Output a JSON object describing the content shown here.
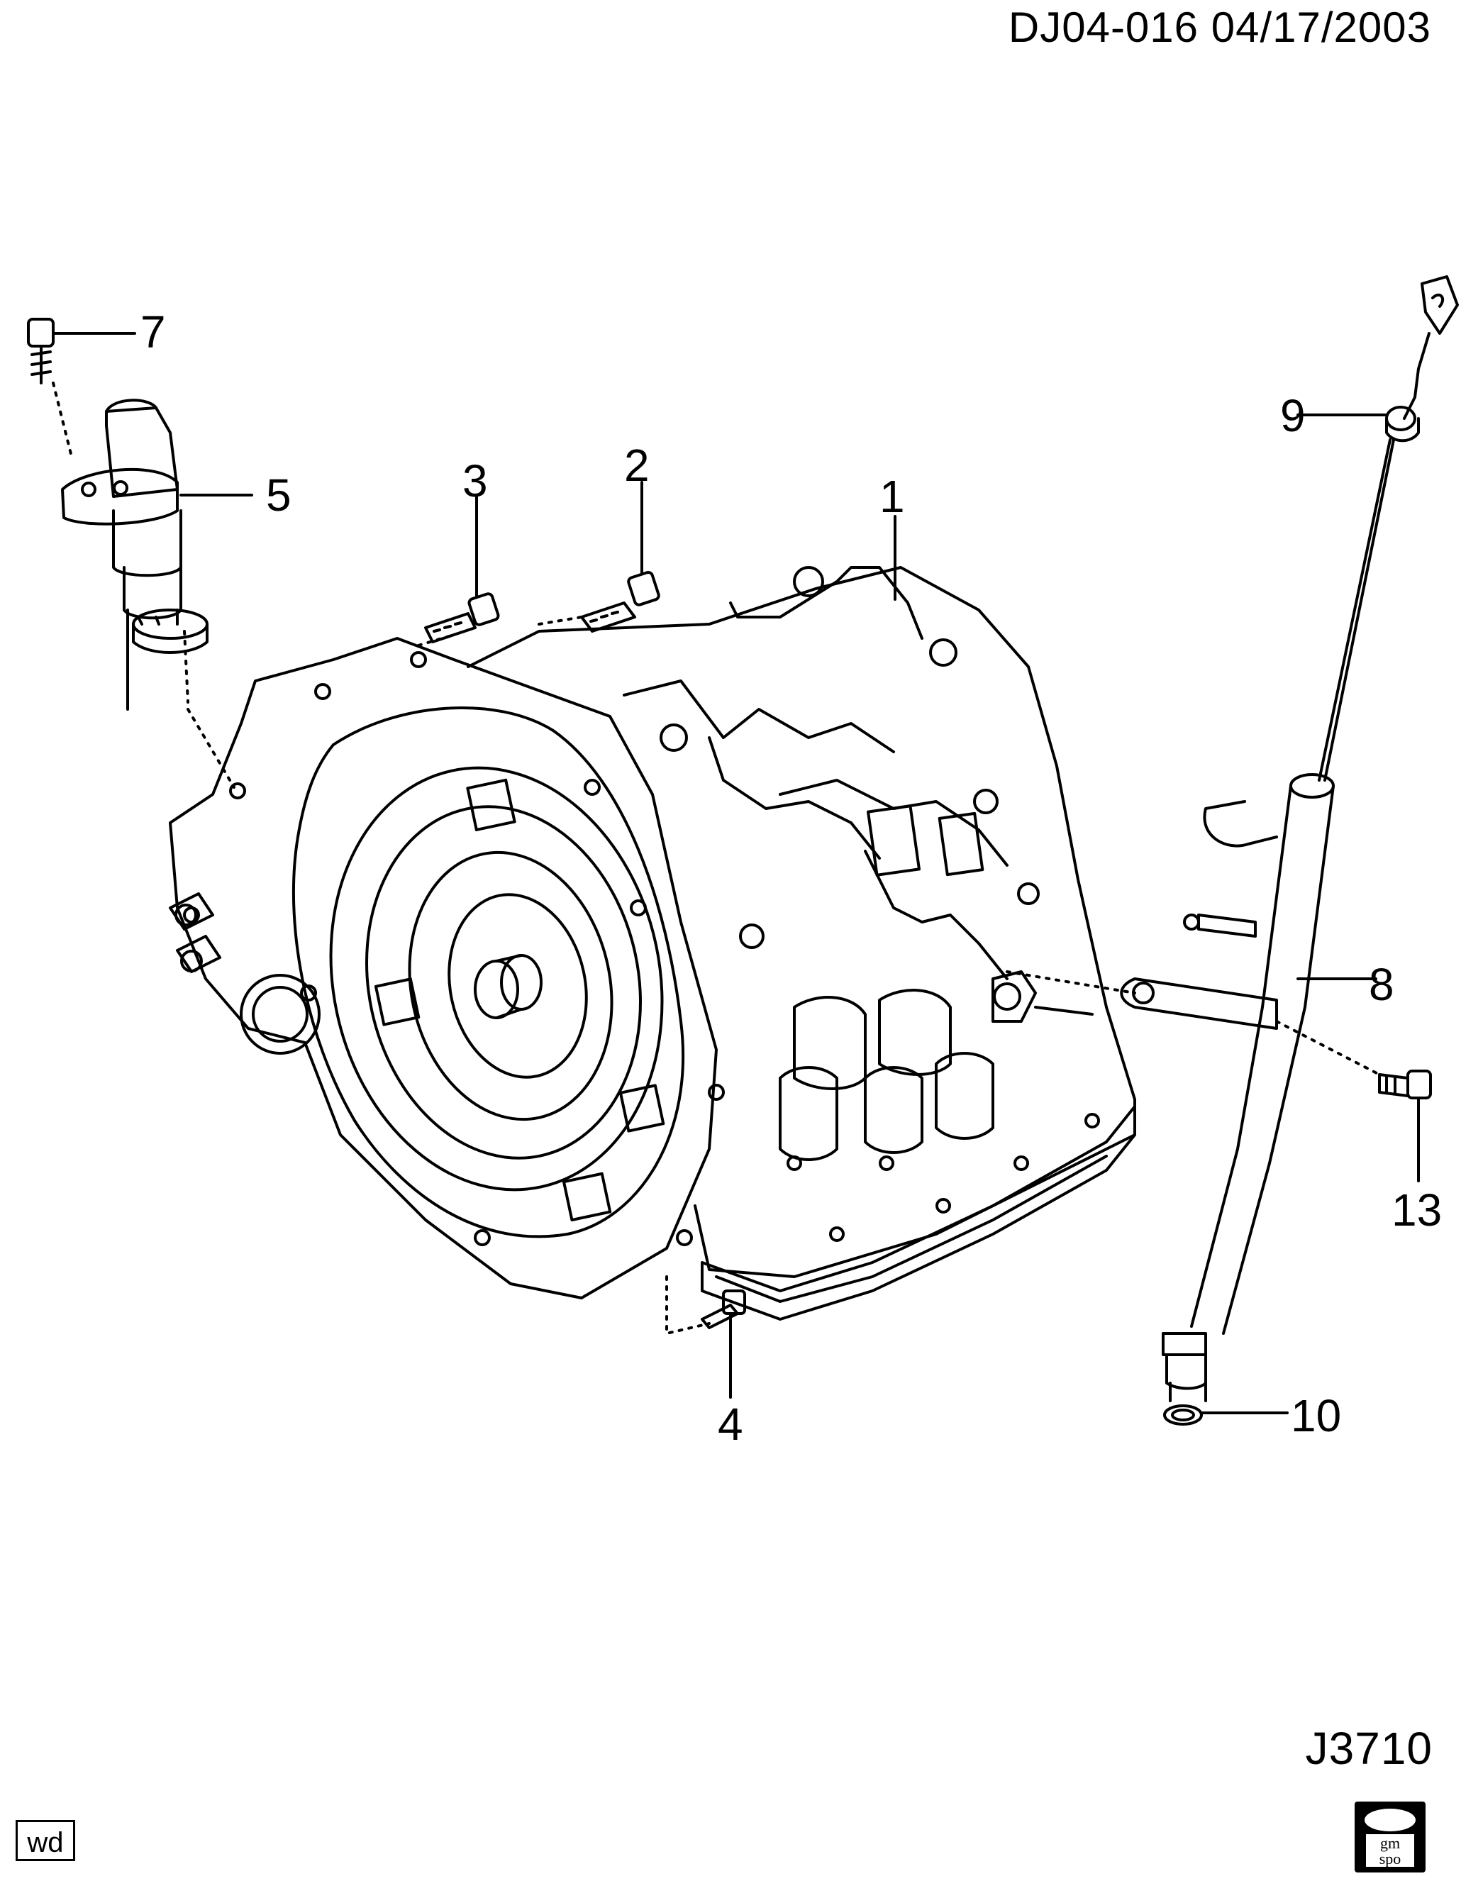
{
  "header": {
    "drawing_id": "DJ04-016  04/17/2003"
  },
  "footer": {
    "figure_code": "J3710",
    "corner_tag": "wd",
    "logo_text": [
      "gm",
      "spo"
    ]
  },
  "callouts": [
    {
      "num": "1",
      "part": "transaxle"
    },
    {
      "num": "2",
      "part": "bolt"
    },
    {
      "num": "3",
      "part": "bolt"
    },
    {
      "num": "4",
      "part": "bolt"
    },
    {
      "num": "5",
      "part": "speed-sensor"
    },
    {
      "num": "7",
      "part": "bolt"
    },
    {
      "num": "8",
      "part": "fill-tube"
    },
    {
      "num": "9",
      "part": "dipstick"
    },
    {
      "num": "10",
      "part": "o-ring"
    },
    {
      "num": "13",
      "part": "bolt"
    }
  ]
}
